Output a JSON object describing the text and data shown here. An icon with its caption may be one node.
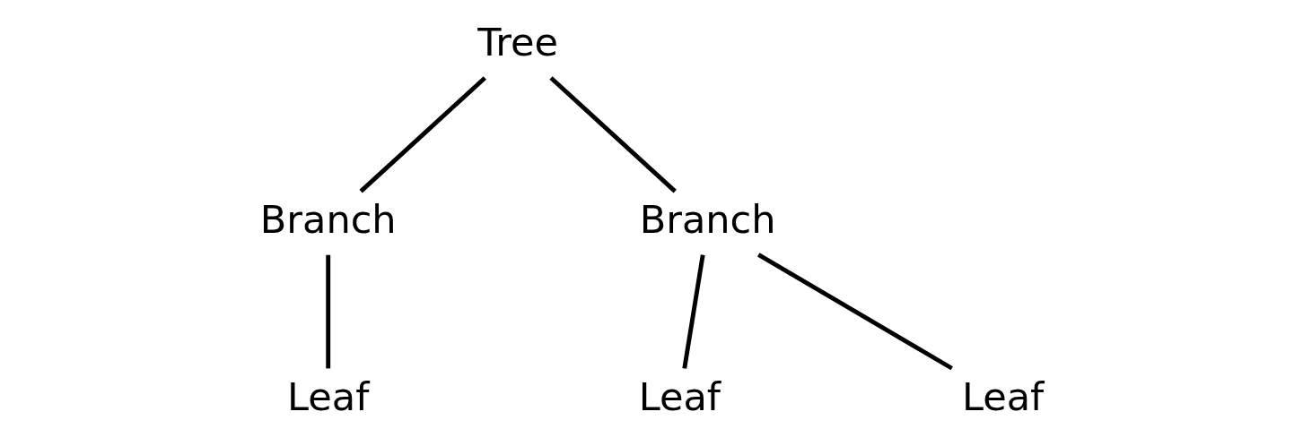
{
  "diagram": {
    "nodes": [
      {
        "text": [
          "Tree"
        ]
      },
      {
        "text": [
          "Branch"
        ]
      },
      {
        "text": [
          "Branch"
        ]
      },
      {
        "text": [
          "Leaf"
        ]
      },
      {
        "text": [
          "Leaf"
        ]
      },
      {
        "text": [
          "Leaf"
        ]
      }
    ],
    "edges": [
      {
        "from": 0,
        "to": 1,
        "arrow": "none"
      },
      {
        "from": 0,
        "to": 2,
        "arrow": "none"
      },
      {
        "from": 1,
        "to": 3,
        "arrow": "none"
      },
      {
        "from": 2,
        "to": 4,
        "arrow": "none"
      },
      {
        "from": 2,
        "to": 5,
        "arrow": "none"
      }
    ]
  }
}
